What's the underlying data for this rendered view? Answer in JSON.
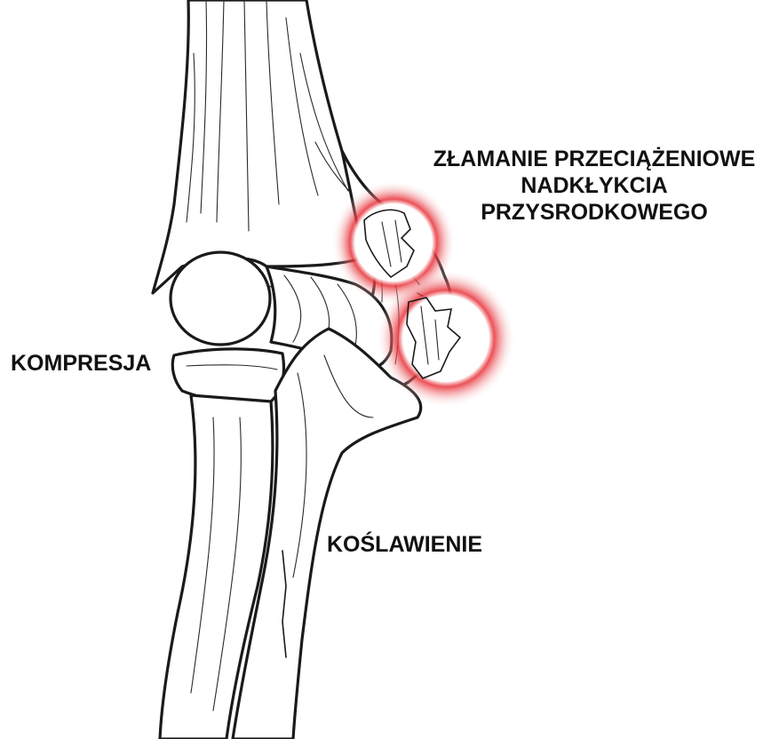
{
  "labels": {
    "fracture_line1": "ZŁAMANIE PRZECIĄŻENIOWE",
    "fracture_line2": "NADKŁYKCIA",
    "fracture_line3": "PRZYSRODKOWEGO",
    "compression": "KOMPRESJA",
    "valgus": "KOŚLAWIENIE"
  },
  "colors": {
    "highlight": "#e8333a",
    "ink": "#1a1a1a",
    "background": "#ffffff"
  }
}
